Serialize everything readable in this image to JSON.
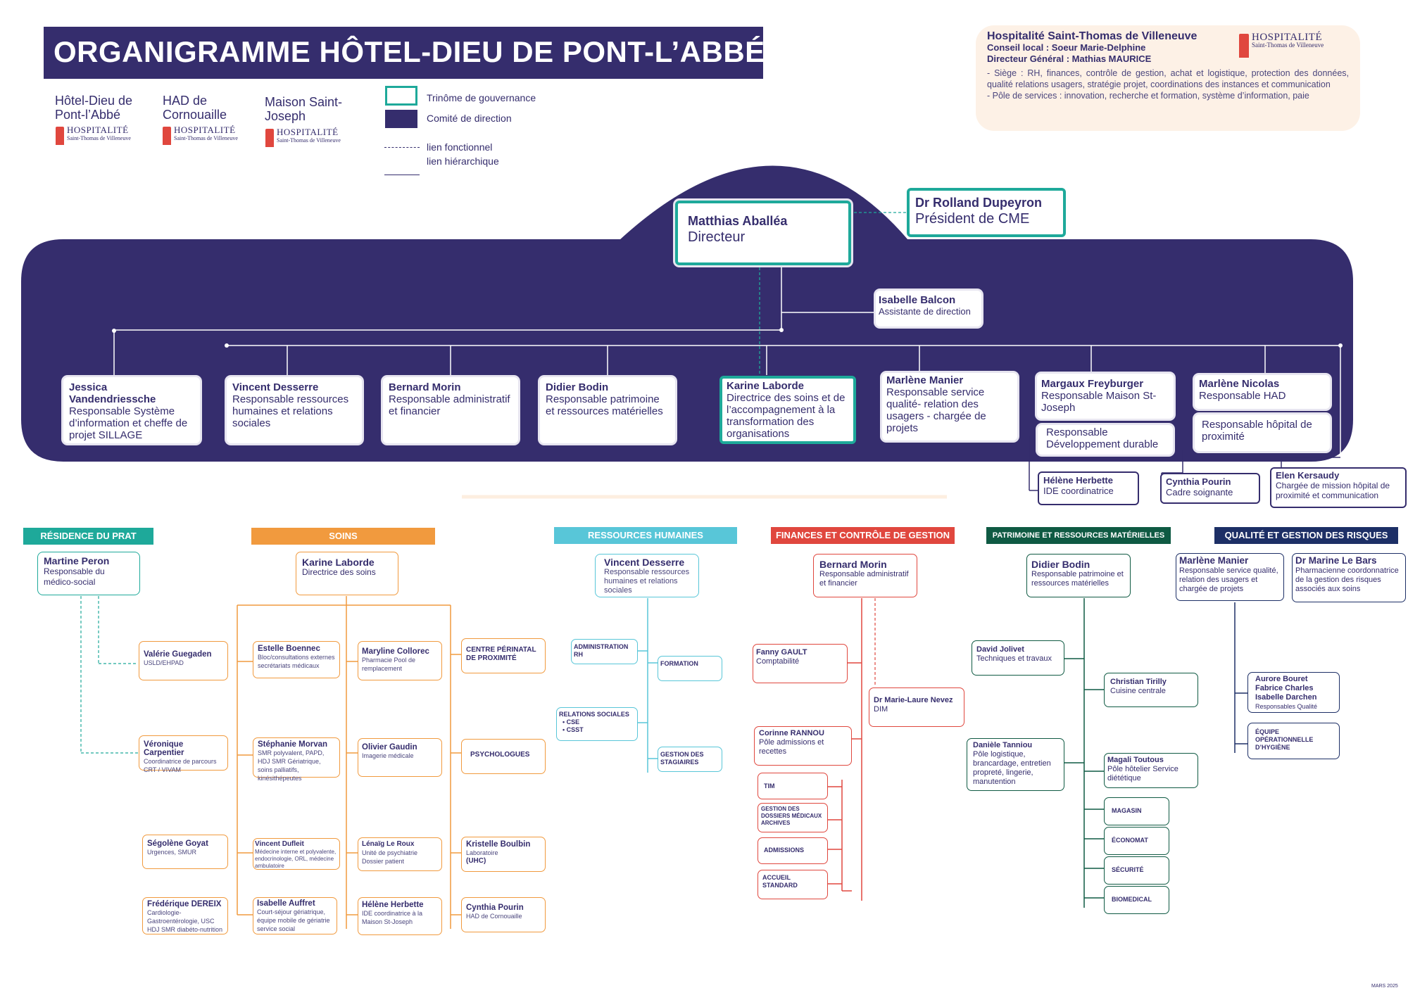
{
  "title": "ORGANIGRAMME HÔTEL-DIEU DE PONT-L’ABBÉ",
  "sites": [
    {
      "name": "Hôtel-Dieu de Pont-l’Abbé"
    },
    {
      "name": "HAD de Cornouaille"
    },
    {
      "name": "Maison Saint-Joseph"
    }
  ],
  "logo": {
    "brand": "HOSPITALITÉ",
    "sub": "Saint-Thomas de Villeneuve"
  },
  "legend": {
    "trinome": "Trinôme de gouvernance",
    "comite": "Comité de direction",
    "fonctionnel": "lien fonctionnel",
    "hierarchique": "lien hiérarchique"
  },
  "info": {
    "title": "Hospitalité Saint-Thomas de Villeneuve",
    "conseil": "Conseil local : Soeur Marie-Delphine",
    "dg": "Directeur Général : Mathias MAURICE",
    "siege": "- Siège : RH, finances, contrôle de gestion, achat et logistique, protection des données, qualité relations usagers, stratégie projet, coordinations des instances et communication",
    "pole": "- Pôle de services : innovation, recherche et formation, système d’information, paie"
  },
  "direction": {
    "directeur": {
      "name": "Matthias Aballéa",
      "role": "Directeur"
    },
    "cme": {
      "name": "Dr Rolland Dupeyron",
      "role": "Président de CME"
    },
    "assistante": {
      "name": "Isabelle Balcon",
      "role": "Assistante de direction"
    },
    "members": [
      {
        "name": "Jessica Vandendriessche",
        "role": "Responsable Système d’information et cheffe de projet SILLAGE"
      },
      {
        "name": "Vincent Desserre",
        "role": "Responsable ressources humaines et relations sociales"
      },
      {
        "name": "Bernard Morin",
        "role": "Responsable administratif et financier"
      },
      {
        "name": "Didier Bodin",
        "role": "Responsable patrimoine et ressources matérielles"
      },
      {
        "name": "Karine Laborde",
        "role": "Directrice des soins et de l’accompagnement à la transformation des organisations"
      },
      {
        "name": "Marlène Manier",
        "role": "Responsable service qualité- relation des usagers - chargée de projets"
      },
      {
        "name": "Margaux Freyburger",
        "role": "Responsable Maison St-Joseph"
      },
      {
        "name": "Marlène Nicolas",
        "role": "Responsable HAD"
      }
    ],
    "dev_durable": "Responsable Développement durable",
    "hopital_proximite": "Responsable hôpital de proximité",
    "sub": [
      {
        "name": "Hélène Herbette",
        "role": "IDE coordinatrice"
      },
      {
        "name": "Cynthia Pourin",
        "role": "Cadre soignante"
      },
      {
        "name": "Elen Kersaudy",
        "role": "Chargée de mission hôpital de proximité et communication"
      }
    ]
  },
  "sections": {
    "residence": {
      "header": "RÉSIDENCE DU PRAT",
      "head": {
        "name": "Martine Peron",
        "role": "Responsable du médico-social"
      },
      "items": [
        {
          "name": "Valérie Guegaden",
          "role": "USLD/EHPAD"
        },
        {
          "name": "Véronique Carpentier",
          "role": "Coordinatrice de parcours CRT / VIVAM"
        },
        {
          "name": "Ségolène Goyat",
          "role": "Urgences, SMUR"
        },
        {
          "name": "Frédérique DEREIX",
          "role": "Cardiologie- Gastroentérologie, USC HDJ SMR diabéto-nutrition"
        }
      ]
    },
    "soins": {
      "header": "SOINS",
      "head": {
        "name": "Karine Laborde",
        "role": "Directrice des soins"
      },
      "col1": [
        {
          "name": "Estelle Boennec",
          "role": "Bloc/consultations externes secrétariats médicaux"
        },
        {
          "name": "Stéphanie Morvan",
          "role": "SMR polyvalent, PAPD, HDJ SMR Gériatrique, soins palliatifs, kinésithépeutes"
        },
        {
          "name": "Vincent Dufleit",
          "role": "Médecine interne et polyvalente, endocrinologie, ORL, médecine ambulatoire"
        },
        {
          "name": "Isabelle Auffret",
          "role": "Court-séjour gériatrique, équipe mobile de gériatrie service social"
        }
      ],
      "col2": [
        {
          "name": "Maryline Collorec",
          "role": "Pharmacie Pool de remplacement"
        },
        {
          "name": "Olivier Gaudin",
          "role": "Imagerie médicale"
        },
        {
          "name": "Lénaïg Le Roux",
          "role": "Unité de psychiatrie Dossier patient"
        },
        {
          "name": "Hélène Herbette",
          "role": "IDE coordinatrice à la Maison St-Joseph"
        }
      ],
      "col3": [
        {
          "name": "CENTRE PÉRINATAL DE PROXIMITÉ",
          "role": ""
        },
        {
          "name": "PSYCHOLOGUES",
          "role": ""
        },
        {
          "name": "Kristelle Boulbin",
          "role": "Laboratoire",
          "extra": "(UHC)"
        },
        {
          "name": "Cynthia Pourin",
          "role": "HAD de Cornouaille"
        }
      ]
    },
    "rh": {
      "header": "RESSOURCES HUMAINES",
      "head": {
        "name": "Vincent Desserre",
        "role": "Responsable ressources humaines et relations sociales"
      },
      "items": [
        "ADMINISTRATION RH",
        "FORMATION",
        "RELATIONS SOCIALES",
        "GESTION DES STAGIAIRES"
      ],
      "bullets": [
        "CSE",
        "CSST"
      ]
    },
    "finances": {
      "header": "FINANCES ET CONTRÔLE DE GESTION",
      "head": {
        "name": "Bernard Morin",
        "role": "Responsable administratif et financier"
      },
      "items": [
        {
          "name": "Fanny GAULT",
          "role": "Comptabilité"
        },
        {
          "name": "Dr Marie-Laure Nevez",
          "role": "DIM"
        },
        {
          "name": "Corinne RANNOU",
          "role": "Pôle admissions et recettes"
        }
      ],
      "units": [
        "TIM",
        "GESTION DES DOSSIERS MÉDICAUX ARCHIVES",
        "ADMISSIONS",
        "ACCUEIL STANDARD"
      ]
    },
    "patrimoine": {
      "header": "PATRIMOINE ET RESSOURCES MATÉRIELLES",
      "head": {
        "name": "Didier Bodin",
        "role": "Responsable patrimoine et ressources matérielles"
      },
      "items": [
        {
          "name": "David Jolivet",
          "role": "Techniques et travaux"
        },
        {
          "name": "Christian Tirilly",
          "role": "Cuisine centrale"
        },
        {
          "name": "Danièle Tanniou",
          "role": "Pôle logistique, brancardage, entretien propreté, lingerie, manutention"
        },
        {
          "name": "Magali Toutous",
          "role": "Pôle hôtelier Service diététique"
        }
      ],
      "units": [
        "MAGASIN",
        "ÉCONOMAT",
        "SÉCURITÉ",
        "BIOMEDICAL"
      ]
    },
    "qualite": {
      "header": "QUALITÉ ET GESTION DES RISQUES",
      "head1": {
        "name": "Marlène Manier",
        "role": "Responsable service qualité, relation des usagers et chargée de projets"
      },
      "head2": {
        "name": "Dr Marine Le Bars",
        "role": "Pharmacienne coordonnatrice de la gestion des risques associés aux soins"
      },
      "group": {
        "names": [
          "Aurore Bouret",
          "Fabrice Charles",
          "Isabelle Darchen"
        ],
        "role": "Responsables Qualité"
      },
      "unit": "ÉQUIPE OPÉRATIONNELLE D’HYGIÈNE"
    }
  },
  "footer": "MARS 2025",
  "colors": {
    "navy": "#352d6d",
    "teal": "#1ea99a",
    "orange": "#f19a3e",
    "cyan": "#58c6d8",
    "red": "#e0473e",
    "green": "#0f5a43",
    "darkblue": "#1d2f66"
  }
}
